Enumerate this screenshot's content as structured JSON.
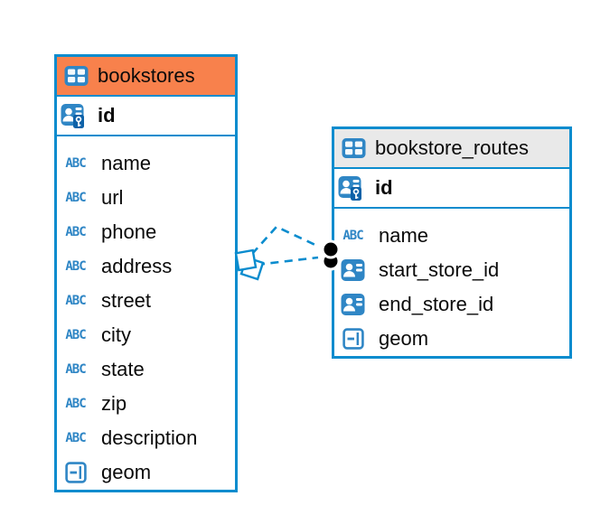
{
  "diagram": {
    "background": "#FFFFFF",
    "colors": {
      "table_border": "#0A8CCE",
      "icon_blue": "#2F86C5",
      "key_badge_blue": "#0E62A8",
      "bookstores_header": "#F8814C",
      "routes_header": "#E9E9E9",
      "text": "#0A0A0A",
      "relationship_line": "#0A8CCE",
      "target_marker": "#000000"
    },
    "icons": {
      "text_type_label": "ABC"
    },
    "tables": [
      {
        "name": "bookstores",
        "header_color": "#F8814C",
        "primary_key": {
          "name": "id",
          "type_icon": "primary-key-icon"
        },
        "columns": [
          {
            "name": "name",
            "type_icon": "text-type-icon"
          },
          {
            "name": "url",
            "type_icon": "text-type-icon"
          },
          {
            "name": "phone",
            "type_icon": "text-type-icon"
          },
          {
            "name": "address",
            "type_icon": "text-type-icon"
          },
          {
            "name": "street",
            "type_icon": "text-type-icon"
          },
          {
            "name": "city",
            "type_icon": "text-type-icon"
          },
          {
            "name": "state",
            "type_icon": "text-type-icon"
          },
          {
            "name": "zip",
            "type_icon": "text-type-icon"
          },
          {
            "name": "description",
            "type_icon": "text-type-icon"
          },
          {
            "name": "geom",
            "type_icon": "geometry-type-icon"
          }
        ]
      },
      {
        "name": "bookstore_routes",
        "header_color": "#E9E9E9",
        "primary_key": {
          "name": "id",
          "type_icon": "primary-key-icon"
        },
        "columns": [
          {
            "name": "name",
            "type_icon": "text-type-icon"
          },
          {
            "name": "start_store_id",
            "type_icon": "reference-type-icon"
          },
          {
            "name": "end_store_id",
            "type_icon": "reference-type-icon"
          },
          {
            "name": "geom",
            "type_icon": "geometry-type-icon"
          }
        ]
      }
    ],
    "relationships": [
      {
        "from_table": "bookstores",
        "to_table": "bookstore_routes",
        "line_style": "dashed",
        "from_marker": "square",
        "to_marker": "filled-circle"
      },
      {
        "from_table": "bookstores",
        "to_table": "bookstore_routes",
        "line_style": "dashed",
        "from_marker": "square",
        "to_marker": "filled-circle"
      }
    ]
  }
}
